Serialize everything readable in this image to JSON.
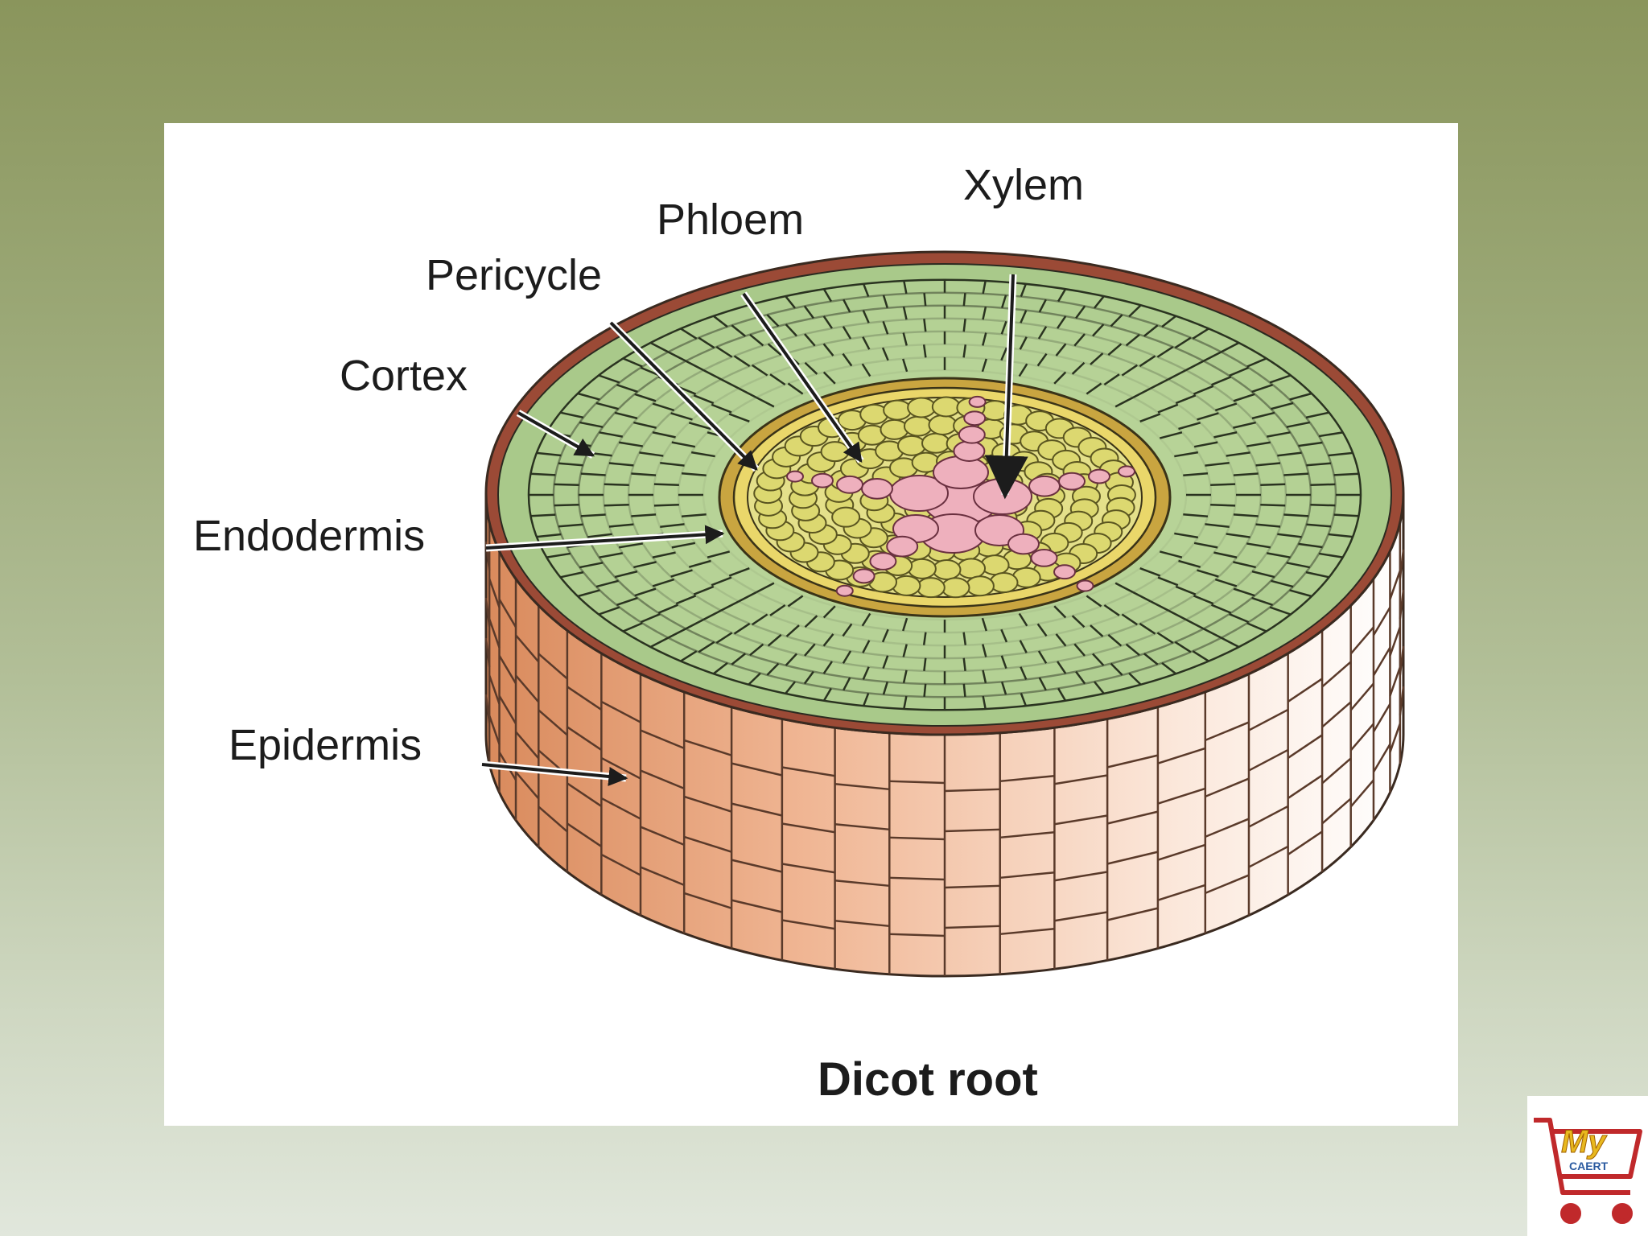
{
  "diagram": {
    "title": "Dicot root",
    "labels": {
      "xylem": "Xylem",
      "phloem": "Phloem",
      "pericycle": "Pericycle",
      "cortex": "Cortex",
      "endodermis": "Endodermis",
      "epidermis": "Epidermis"
    }
  },
  "logo": {
    "text_top": "My",
    "text_sub": "CAERT",
    "icon": "shopping-cart-icon"
  },
  "colors": {
    "background_top": "#8a955c",
    "background_bottom": "#e1e7dc",
    "panel": "#ffffff",
    "epidermis_ring": "#9b4a36",
    "cortex": "#a9c98a",
    "cortex_light": "#c3dba6",
    "endodermis": "#c9a540",
    "pericycle": "#ead76a",
    "stele": "#e4e08a",
    "xylem": "#eeb0bd",
    "side_wall": "#e6a37e"
  }
}
